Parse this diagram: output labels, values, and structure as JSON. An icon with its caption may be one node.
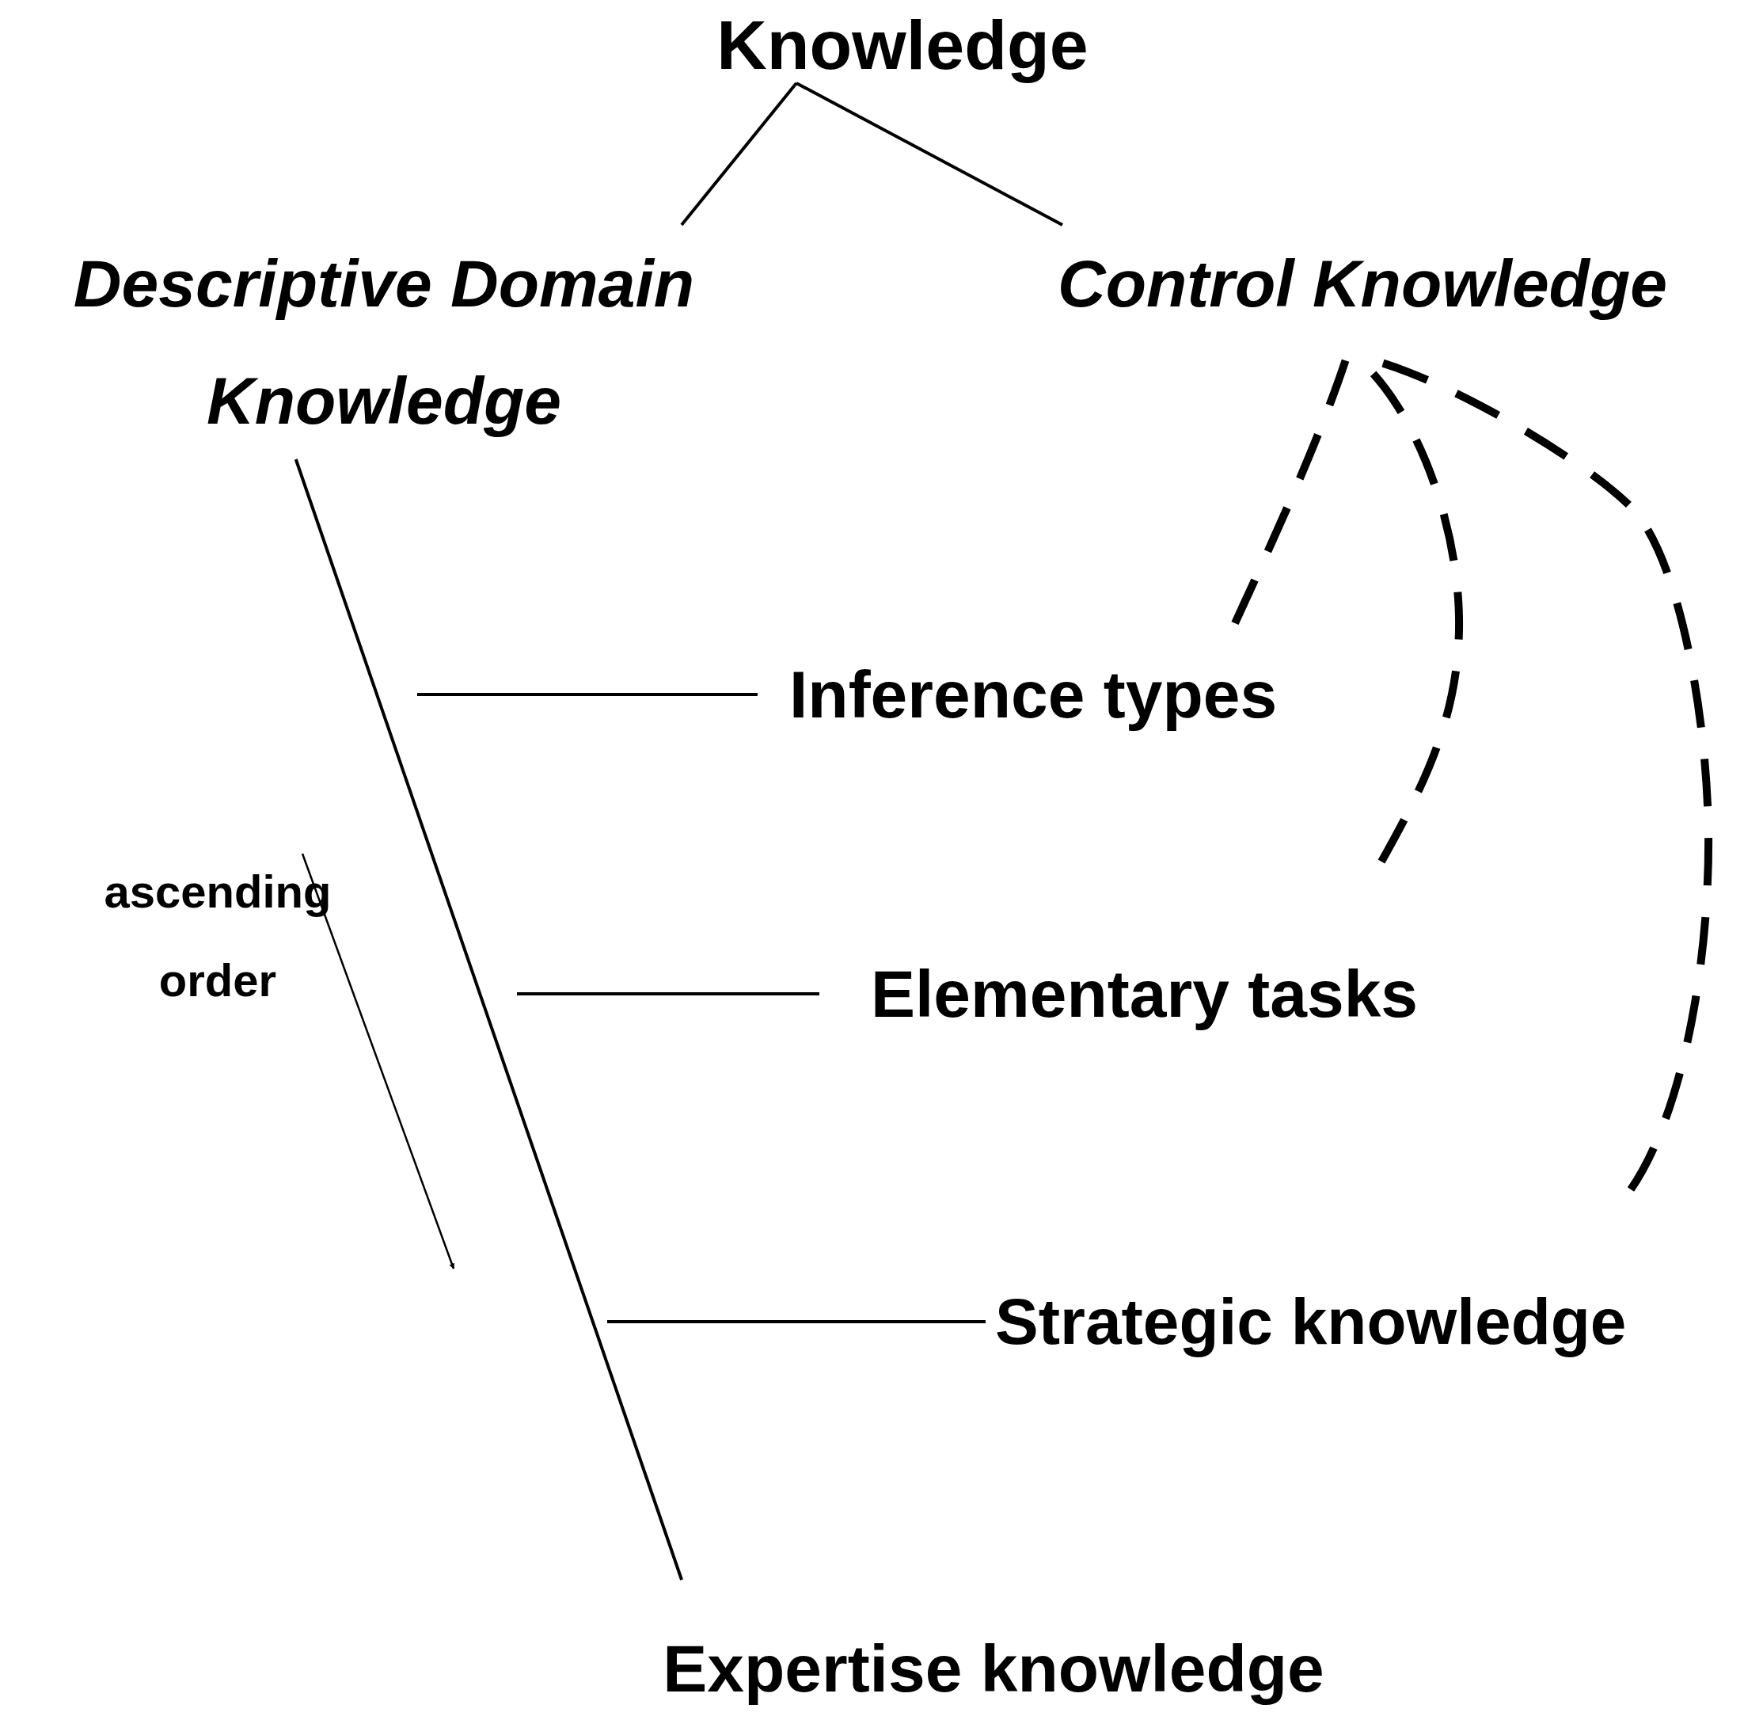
{
  "diagram": {
    "nodes": [
      {
        "text": [
          "Knowledge"
        ]
      },
      {
        "text": [
          "Descriptive Domain Knowledge"
        ]
      },
      {
        "text": [
          "Control Knowledge"
        ]
      },
      {
        "text": [
          "Inference types"
        ]
      },
      {
        "text": [
          "Elementary tasks"
        ]
      },
      {
        "text": [
          "Strategic knowledge"
        ]
      },
      {
        "text": [
          "Expertise knowledge"
        ]
      }
    ],
    "edges": [
      {
        "from": 0,
        "to": 1,
        "arrow": "none"
      },
      {
        "from": 0,
        "to": 2,
        "arrow": "none"
      },
      {
        "from": 1,
        "to": 6,
        "arrow": "none"
      },
      {
        "from": null,
        "to": 3,
        "arrow": "none"
      },
      {
        "from": null,
        "to": 4,
        "arrow": "none"
      },
      {
        "from": null,
        "to": 5,
        "arrow": "none"
      },
      {
        "from": 3,
        "to": 2,
        "arrow": "none",
        "style": "dashed"
      },
      {
        "from": 4,
        "to": 2,
        "arrow": "none",
        "style": "dashed"
      },
      {
        "from": 5,
        "to": 2,
        "arrow": "none",
        "style": "dashed"
      }
    ],
    "labels": [
      "ascending order"
    ]
  }
}
